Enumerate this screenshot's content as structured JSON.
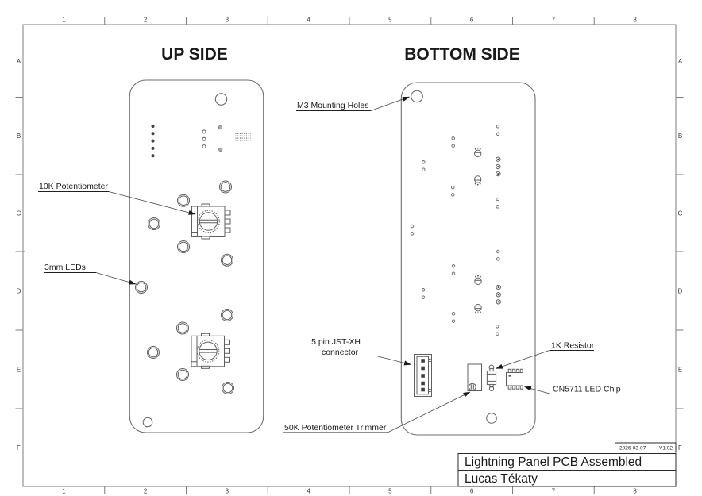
{
  "sheet": {
    "zone_columns": [
      "1",
      "2",
      "3",
      "4",
      "5",
      "6",
      "7",
      "8"
    ],
    "zone_rows": [
      "A",
      "B",
      "C",
      "D",
      "E",
      "F"
    ]
  },
  "views": {
    "up_side_title": "UP SIDE",
    "bottom_side_title": "BOTTOM SIDE"
  },
  "annotations": {
    "pot_10k": "10K Potentiometer",
    "leds_3mm": "3mm LEDs",
    "m3_holes": "M3 Mounting Holes",
    "jst_line1": "5 pin JST-XH",
    "jst_line2": "connector",
    "resistor_1k": "1K Resistor",
    "led_chip": "CN5711 LED Chip",
    "trimmer_50k": "50K Potentiometer Trimmer"
  },
  "title_block": {
    "title": "Lightning Panel PCB Assembled",
    "author": "Lucas Tékaty",
    "date": "2026-03-07",
    "version": "V1.02"
  },
  "colors": {
    "line": "#7d7d7d",
    "board_line": "#6f6f6f",
    "text": "#1a1a1a"
  }
}
